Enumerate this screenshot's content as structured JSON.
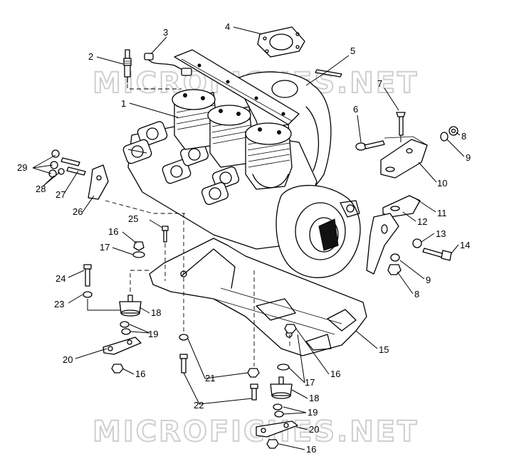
{
  "watermark": "MICROFICHES.NET",
  "callouts": {
    "c1": "1",
    "c2": "2",
    "c3": "3",
    "c4": "4",
    "c5": "5",
    "c6": "6",
    "c7": "7",
    "c8a": "8",
    "c8b": "8",
    "c9a": "9",
    "c9b": "9",
    "c10": "10",
    "c11": "11",
    "c12": "12",
    "c13": "13",
    "c14": "14",
    "c15": "15",
    "c16a": "16",
    "c16b": "16",
    "c16c": "16",
    "c16d": "16",
    "c17a": "17",
    "c17b": "17",
    "c18a": "18",
    "c18b": "18",
    "c19a": "19",
    "c19b": "19",
    "c20a": "20",
    "c20b": "20",
    "c21": "21",
    "c22": "22",
    "c23": "23",
    "c24": "24",
    "c25": "25",
    "c26": "26",
    "c27": "27",
    "c28": "28",
    "c29": "29"
  }
}
